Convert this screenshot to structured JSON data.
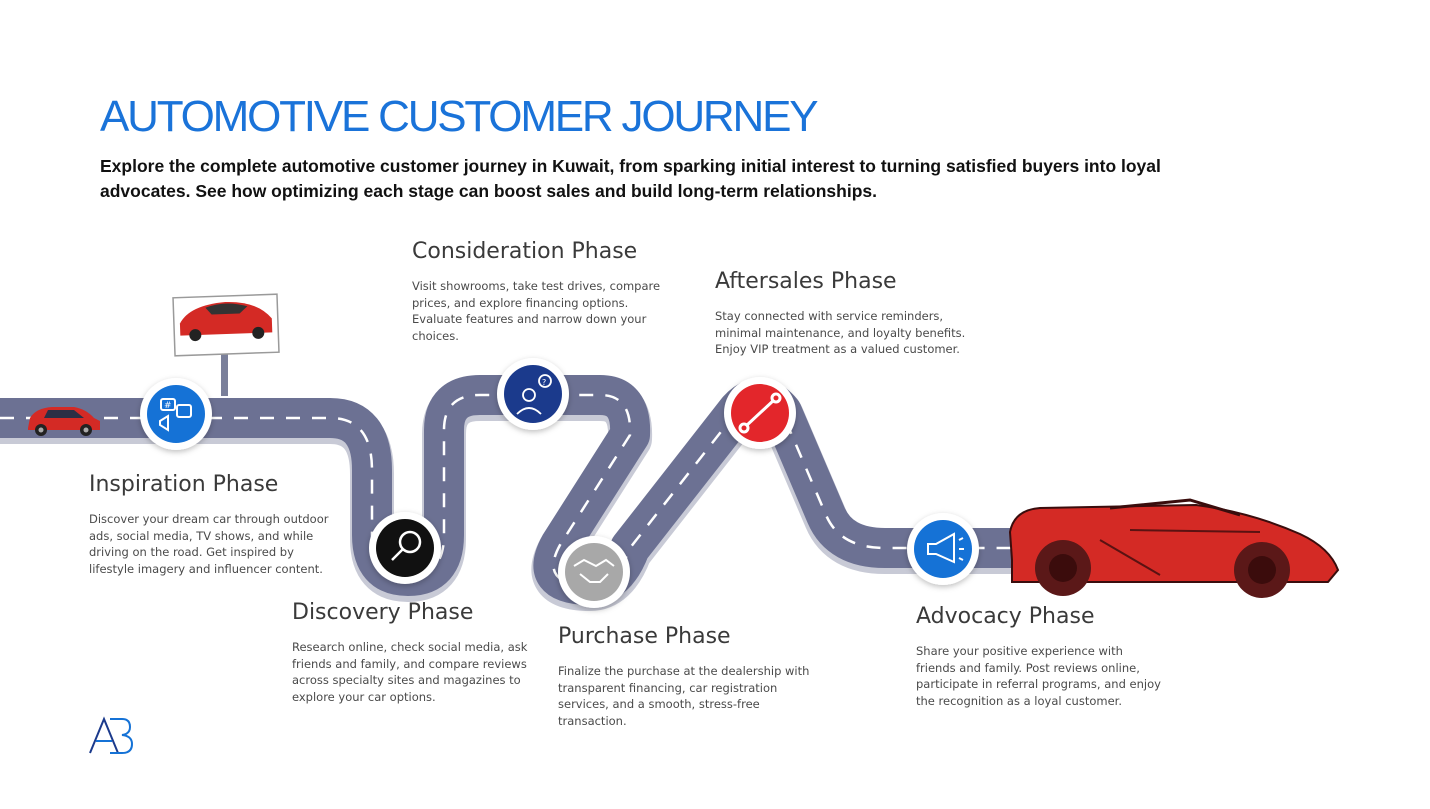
{
  "header": {
    "title": "AUTOMOTIVE CUSTOMER JOURNEY",
    "subtitle": "Explore the complete automotive customer journey in Kuwait, from sparking initial interest to turning satisfied buyers into loyal advocates. See how optimizing each stage can boost sales and build long-term relationships."
  },
  "phases": [
    {
      "title": "Inspiration Phase",
      "description": "Discover your dream car through outdoor ads, social media, TV shows, and while driving on the road. Get inspired by lifestyle imagery and influencer content.",
      "icon": "social-media-icon",
      "color": "#1572d6"
    },
    {
      "title": "Discovery Phase",
      "description": "Research online, check social media, ask friends and family, and compare reviews across specialty sites and magazines to explore your car options.",
      "icon": "magnifier-icon",
      "color": "#111111"
    },
    {
      "title": "Consideration Phase",
      "description": "Visit showrooms, take test drives, compare prices, and explore financing options. Evaluate features and narrow down your choices.",
      "icon": "thinking-person-icon",
      "color": "#1b3a8c"
    },
    {
      "title": "Purchase Phase",
      "description": "Finalize the purchase at the dealership with transparent financing, car registration services, and a smooth, stress-free transaction.",
      "icon": "handshake-icon",
      "color": "#a8a8a8"
    },
    {
      "title": "Aftersales Phase",
      "description": "Stay connected with service reminders, minimal maintenance, and loyalty benefits. Enjoy VIP treatment as a valued customer.",
      "icon": "wrench-icon",
      "color": "#e3262b"
    },
    {
      "title": "Advocacy Phase",
      "description": "Share your positive experience with friends and family. Post reviews online, participate in referral programs, and enjoy the recognition as a loyal customer.",
      "icon": "megaphone-icon",
      "color": "#1572d6"
    }
  ],
  "colors": {
    "title": "#1a73d9",
    "road": "#6c7193",
    "car": "#d42a25"
  },
  "logo": {
    "icon": "ab-logo-icon"
  }
}
